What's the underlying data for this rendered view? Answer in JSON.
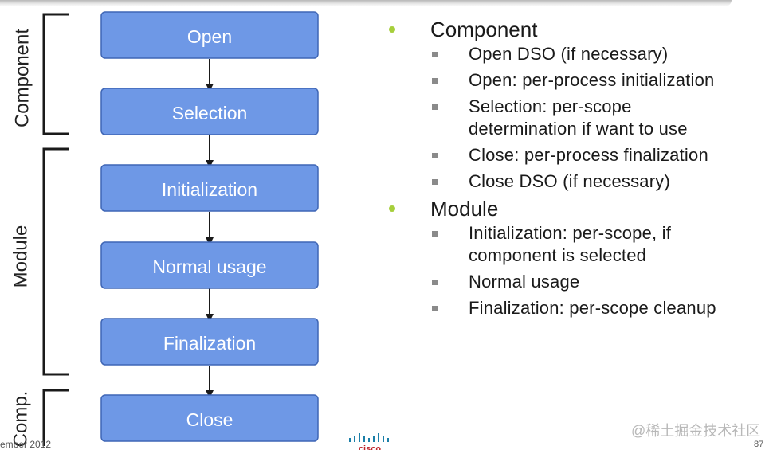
{
  "diagram": {
    "boxes": [
      "Open",
      "Selection",
      "Initialization",
      "Normal usage",
      "Finalization",
      "Close"
    ],
    "brackets": [
      "Component",
      "Module",
      "Comp."
    ]
  },
  "bullets": {
    "component": {
      "heading": "Component",
      "items": [
        [
          "Open DSO (if necessary)"
        ],
        [
          "Open: per-process initialization"
        ],
        [
          "Selection: per-scope",
          "determination if want to use"
        ],
        [
          "Close: per-process finalization"
        ],
        [
          "Close DSO (if necessary)"
        ]
      ]
    },
    "module": {
      "heading": "Module",
      "items": [
        [
          "Initialization: per-scope, if",
          "component is selected"
        ],
        [
          "Normal usage"
        ],
        [
          "Finalization: per-scope cleanup"
        ]
      ]
    }
  },
  "footer": {
    "date": "ember 2012",
    "page": "87",
    "logo_text": "cisco",
    "watermark": "@稀土掘金技术社区"
  },
  "colors": {
    "box_fill": "#6e98e6",
    "box_border": "#3f66b5",
    "bullet_dot": "#a6cf3b",
    "square_bullet": "#8a8a8a"
  }
}
